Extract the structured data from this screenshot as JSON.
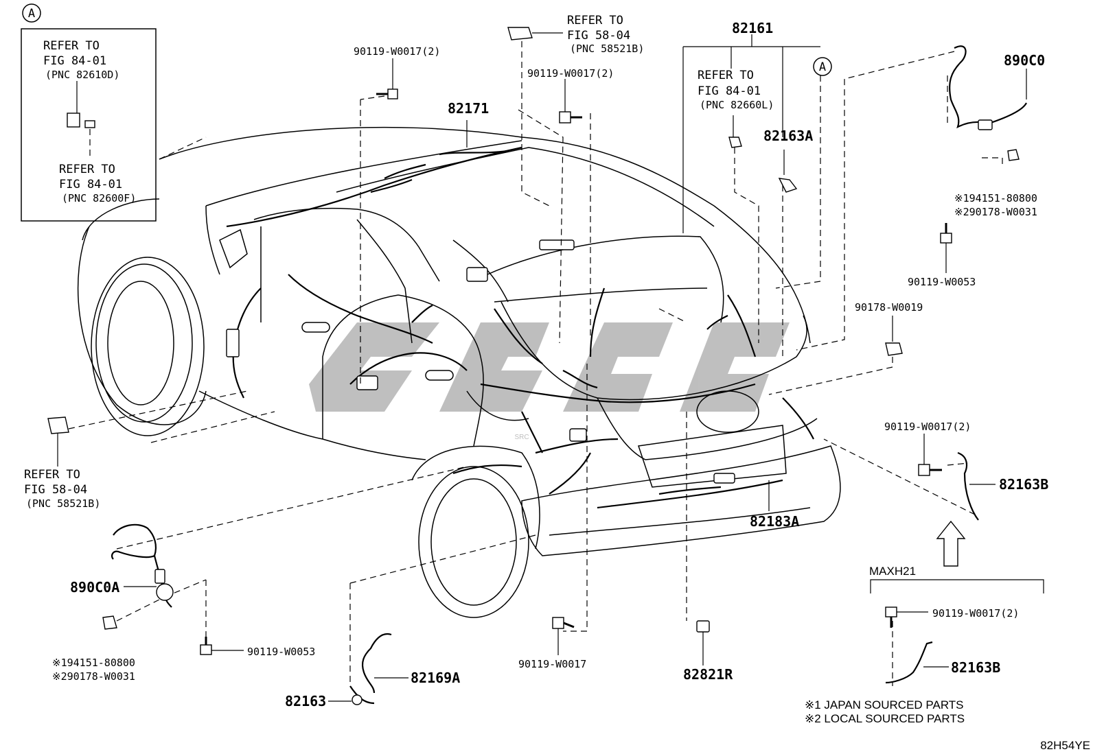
{
  "figure_code": "82H54YE",
  "watermark": "SRC",
  "inset": {
    "marker": "A",
    "ref1": {
      "line1": "REFER TO",
      "line2": "FIG 84-01",
      "line3": "(PNC 82610D)"
    },
    "ref2": {
      "line1": "REFER TO",
      "line2": "FIG 84-01",
      "line3": "(PNC 82600F)"
    }
  },
  "callouts": {
    "ref_top": {
      "line1": "REFER TO",
      "line2": "FIG 58-04",
      "line3": "(PNC 58521B)"
    },
    "ref_left": {
      "line1": "REFER TO",
      "line2": "FIG 58-04",
      "line3": "(PNC 58521B)"
    },
    "ref_right": {
      "line1": "REFER TO",
      "line2": "FIG 84-01",
      "line3": "(PNC 82660L)"
    },
    "marker_a": "A",
    "p82161": "82161",
    "p82171": "82171",
    "p82163A": "82163A",
    "p890C0": "890C0",
    "p890C0A": "890C0A",
    "p82163B": "82163B",
    "p82163B_2": "82163B",
    "p82183A": "82183A",
    "p82169A": "82169A",
    "p82163": "82163",
    "p82821R": "82821R",
    "bolt_top_left": "90119-W0017(2)",
    "bolt_top_mid": "90119-W0017(2)",
    "bolt_right_mid": "90119-W0017(2)",
    "bolt_maxh": "90119-W0017(2)",
    "bolt_bottom": "90119-W0017",
    "bolt_w0053_right": "90119-W0053",
    "bolt_w0053_left": "90119-W0053",
    "nut_w0019": "90178-W0019",
    "alt_right_1": "※194151-80800",
    "alt_right_2": "※290178-W0031",
    "alt_left_1": "※194151-80800",
    "alt_left_2": "※290178-W0031"
  },
  "maxh": {
    "label": "MAXH21"
  },
  "notes": {
    "note1": "※1 JAPAN SOURCED PARTS",
    "note2": "※2 LOCAL SOURCED PARTS"
  }
}
